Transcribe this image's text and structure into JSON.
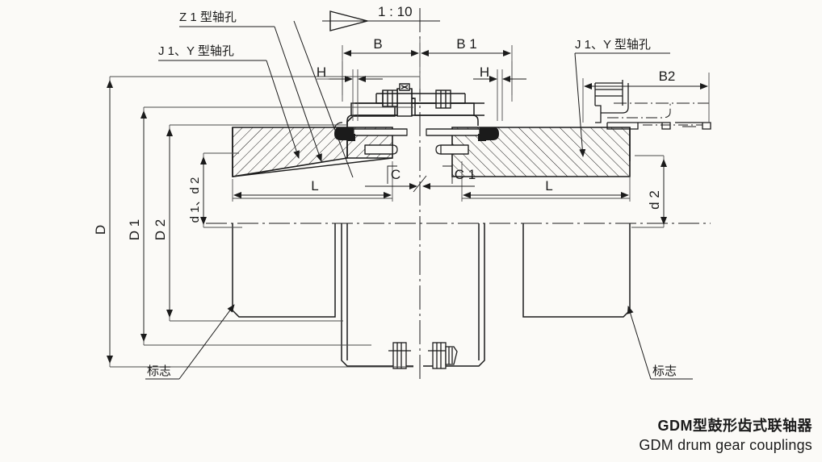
{
  "drawing": {
    "title_cn": "GDM型鼓形齿式联轴器",
    "title_en": "GDM drum gear couplings",
    "taper_symbol": "▷",
    "taper_ratio": "1 : 10"
  },
  "callouts": {
    "z1_bore": "Z 1 型轴孔",
    "j1y_bore_left": "J 1、Y 型轴孔",
    "j1y_bore_right": "J 1、Y 型轴孔",
    "mark_left": "标志",
    "mark_right": "标志"
  },
  "dimensions": {
    "D": "D",
    "D1": "D 1",
    "D2": "D 2",
    "d1_d2": "d 1、d 2",
    "d2_right": "d 2",
    "B": "B",
    "B1": "B 1",
    "B2": "B2",
    "H_left": "H",
    "H_right": "H",
    "L_left": "L",
    "L_right": "L",
    "C": "C",
    "C1": "C 1"
  },
  "colors": {
    "line": "#1b1b1b",
    "thin_line": "#4a4a4a",
    "background": "#fbfaf7",
    "text": "#1b1b1b"
  }
}
